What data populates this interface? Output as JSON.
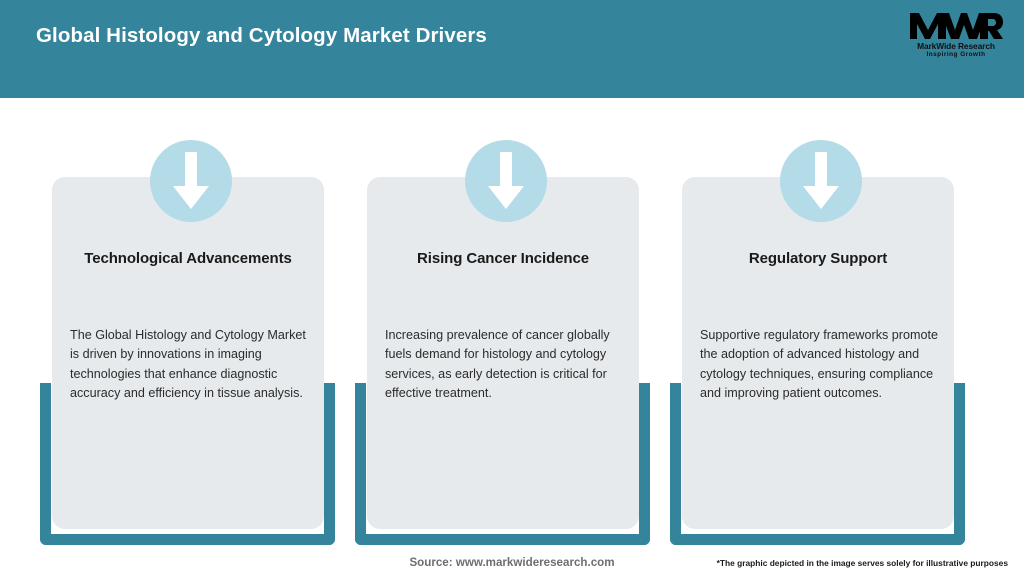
{
  "header": {
    "title": "Global Histology and Cytology Market Drivers",
    "bg_color": "#34849b",
    "title_color": "#ffffff"
  },
  "logo": {
    "mark": "MWR",
    "name": "MarkWide Research",
    "tagline": "Inspiring Growth"
  },
  "theme": {
    "accent": "#34849b",
    "panel_bg": "#e6eaec",
    "circle": "#b4dbe8",
    "arrow": "#ffffff"
  },
  "cards": [
    {
      "icon": "down-arrow-icon",
      "title": "Technological Advancements",
      "body": "The Global Histology and Cytology Market is driven by innovations in imaging technologies that enhance diagnostic accuracy and efficiency in tissue analysis."
    },
    {
      "icon": "down-arrow-icon",
      "title": "Rising Cancer Incidence",
      "body": "Increasing prevalence of cancer globally fuels demand for histology and cytology services, as early detection is critical for effective treatment."
    },
    {
      "icon": "down-arrow-icon",
      "title": "Regulatory Support",
      "body": "Supportive regulatory frameworks promote the adoption of advanced histology and cytology techniques, ensuring compliance and improving patient outcomes."
    }
  ],
  "footer": {
    "source": "Source: www.markwideresearch.com",
    "disclaimer": "*The graphic depicted in the image serves solely for illustrative purposes"
  }
}
